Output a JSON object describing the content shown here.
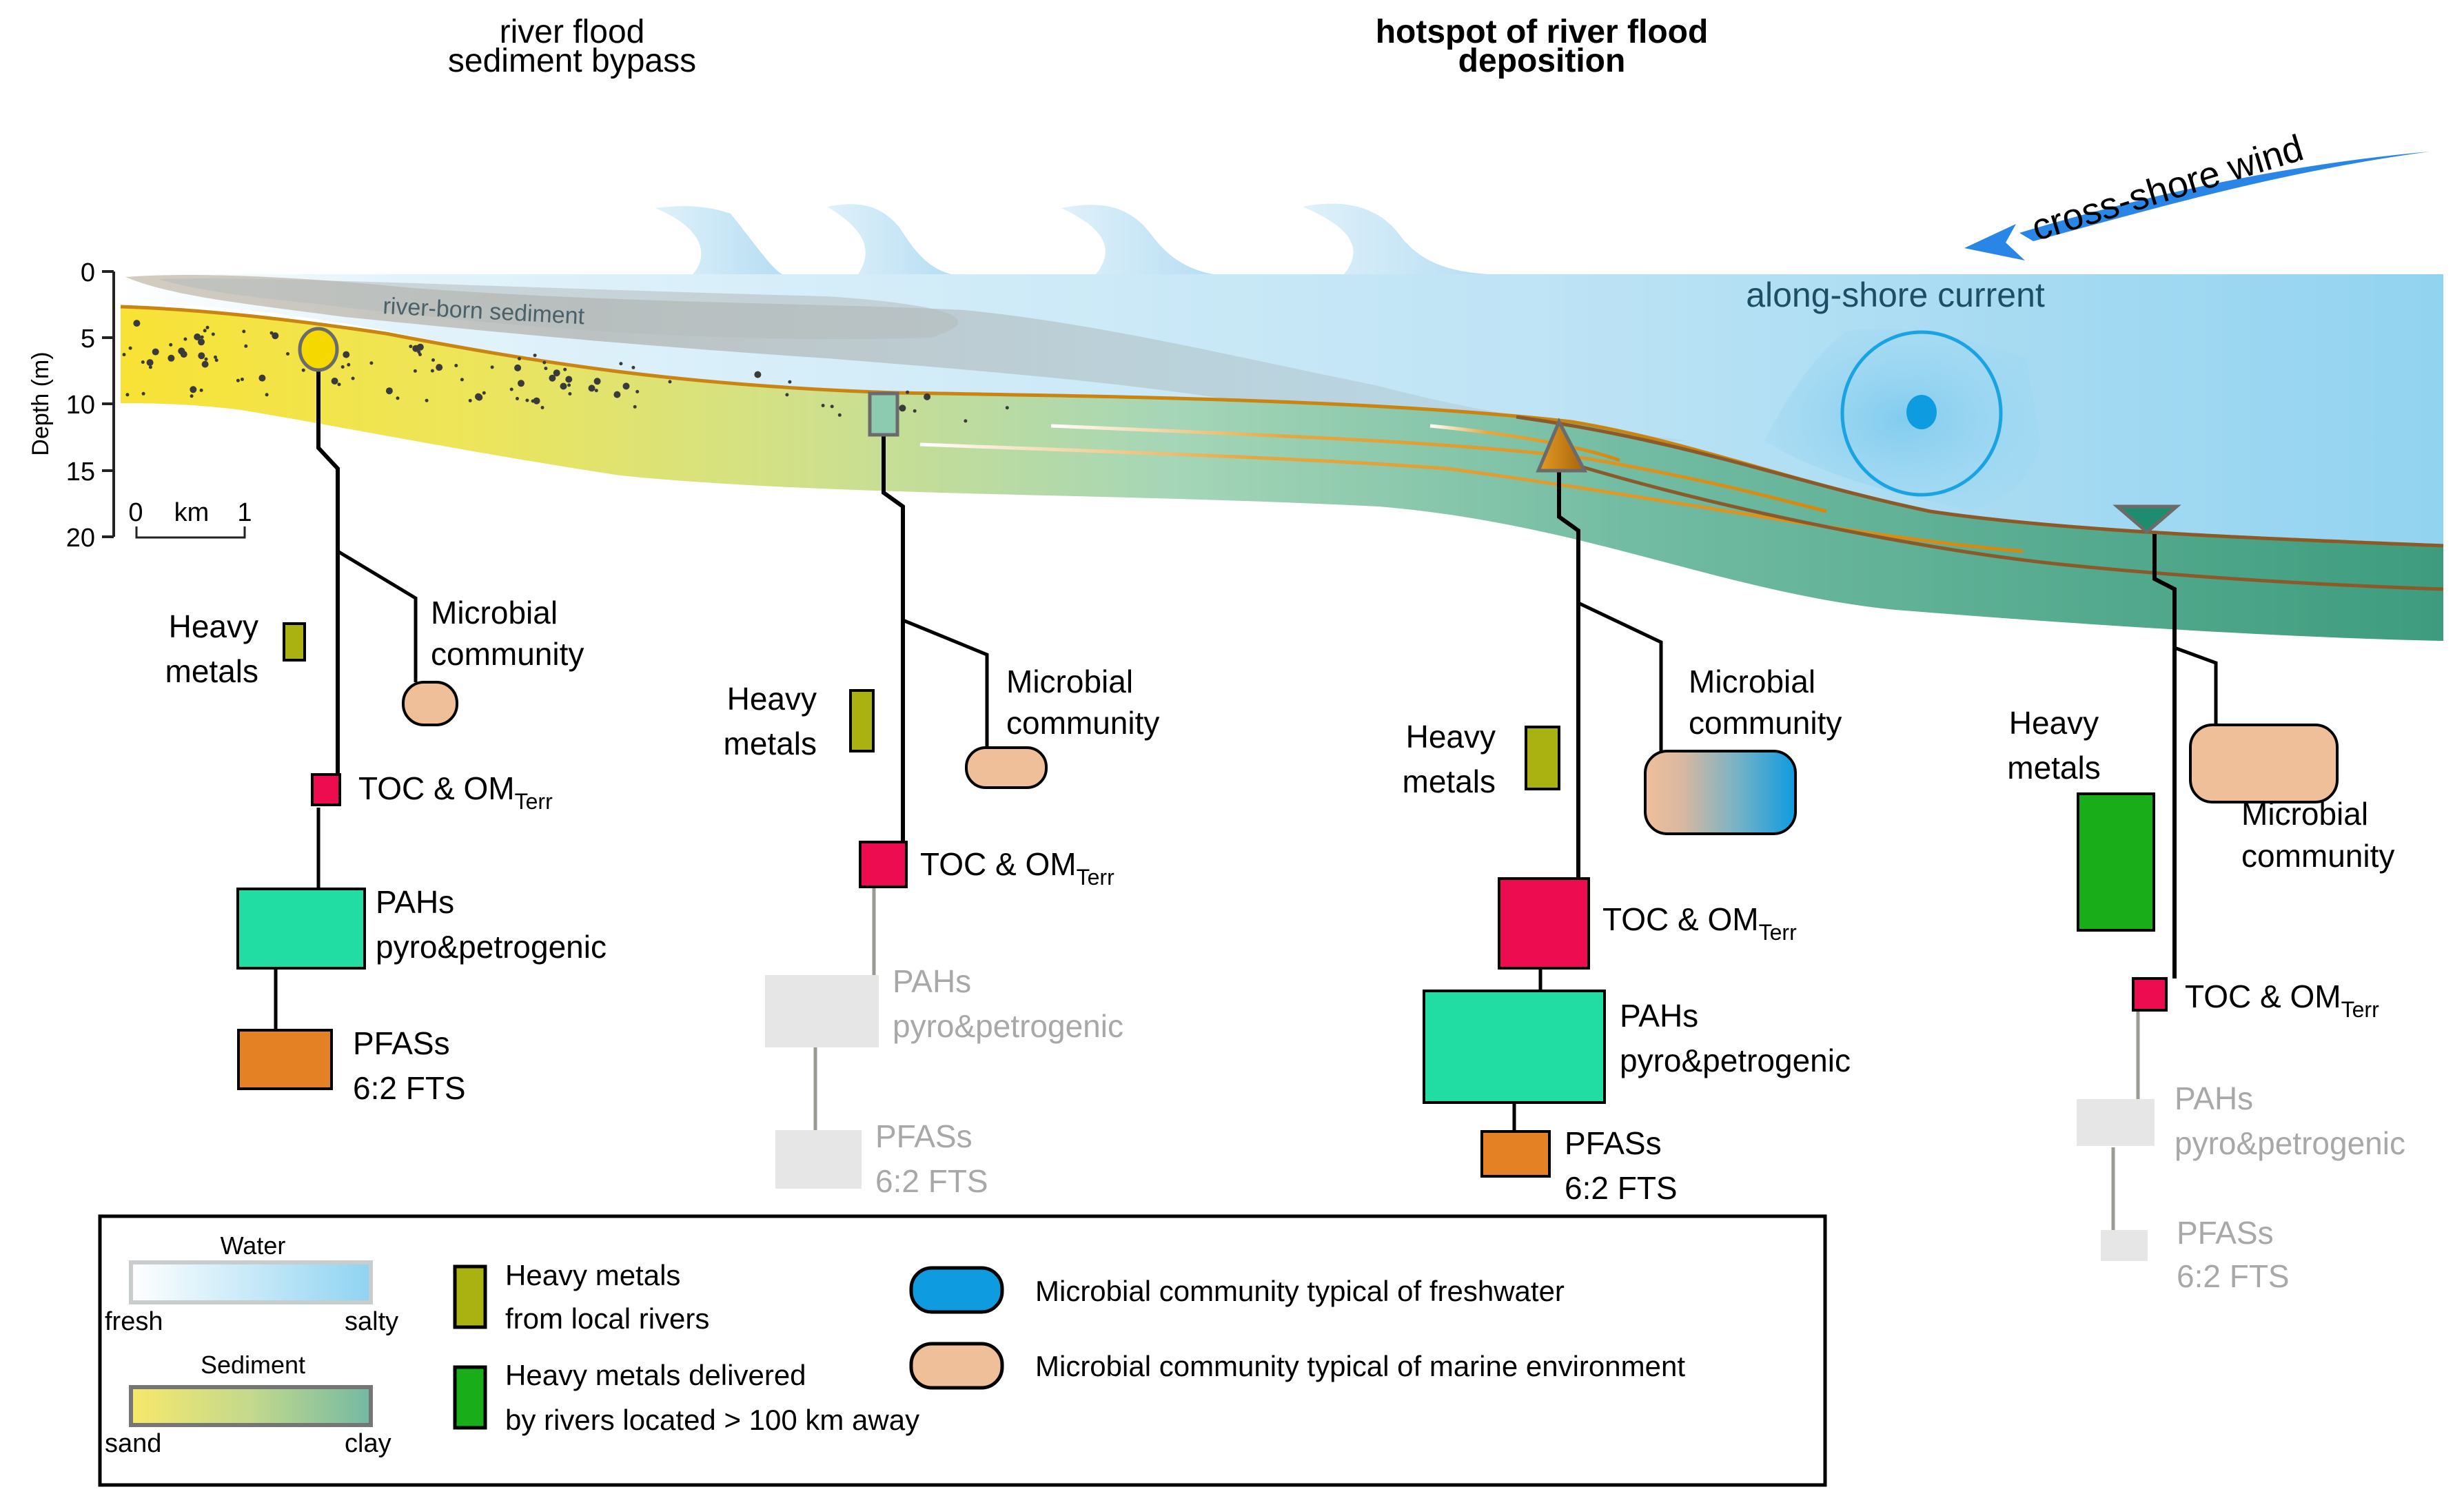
{
  "titles": {
    "bypass": [
      "river flood",
      "sediment bypass"
    ],
    "hotspot": [
      "hotspot of river flood",
      "deposition"
    ]
  },
  "annotations": {
    "wind": "cross-shore wind",
    "current": "along-shore current",
    "sediment_plume": "river-born sediment"
  },
  "depth_axis": {
    "label": "Depth (m)",
    "ticks": [
      "0",
      "5",
      "10",
      "15",
      "20"
    ],
    "range_m": [
      0,
      20
    ]
  },
  "scale_bar": {
    "start": "0",
    "unit": "km",
    "end": "1"
  },
  "labels": {
    "heavy_metals": [
      "Heavy",
      "metals"
    ],
    "microbial": [
      "Microbial",
      "community"
    ],
    "toc": "TOC & OM",
    "toc_sub": "Terr",
    "pahs": [
      "PAHs",
      "pyro&petrogenic"
    ],
    "pfas": [
      "PFASs",
      "6:2 FTS"
    ]
  },
  "stations": [
    {
      "id": "station-1",
      "marker": "circle",
      "marker_color": "#f5d800",
      "heavy_metals_color": "#aab212",
      "microbial": "marine",
      "toc_level": "low",
      "pahs_present": true,
      "pahs_level": "high",
      "pfas_present": true,
      "pfas_level": "high"
    },
    {
      "id": "station-2",
      "marker": "square",
      "marker_color": "#8ccbb0",
      "heavy_metals_color": "#aab212",
      "microbial": "marine",
      "toc_level": "medium",
      "pahs_present": false,
      "pfas_present": false
    },
    {
      "id": "station-3",
      "marker": "triangle-up",
      "marker_color": "#d4880f",
      "heavy_metals_color": "#aab212",
      "microbial": "mixed",
      "toc_level": "high",
      "pahs_present": true,
      "pahs_level": "very-high",
      "pfas_present": true,
      "pfas_level": "low"
    },
    {
      "id": "station-4",
      "marker": "triangle-down",
      "marker_color": "#1e8c6e",
      "heavy_metals_color": "#1aad1a",
      "microbial": "marine",
      "toc_level": "low",
      "pahs_present": false,
      "pfas_present": false
    }
  ],
  "legend": {
    "water_title": "Water",
    "water_min": "fresh",
    "water_max": "salty",
    "sediment_title": "Sediment",
    "sediment_min": "sand",
    "sediment_max": "clay",
    "hm_local": [
      "Heavy metals",
      "from local rivers"
    ],
    "hm_far": [
      "Heavy metals delivered",
      "by rivers located > 100 km away"
    ],
    "micro_fresh": "Microbial community typical of freshwater",
    "micro_marine": "Microbial community typical of marine environment"
  },
  "colors": {
    "heavy_metals_local": "#aab212",
    "heavy_metals_far": "#1aad1a",
    "microbial_fresh": "#0e9be0",
    "microbial_marine": "#efbf9a",
    "toc": "#ed0c50",
    "pahs": "#22dda3",
    "pfas": "#e58125",
    "absent": "#e6e6e6",
    "wind_arrow": "#2a86e6"
  }
}
